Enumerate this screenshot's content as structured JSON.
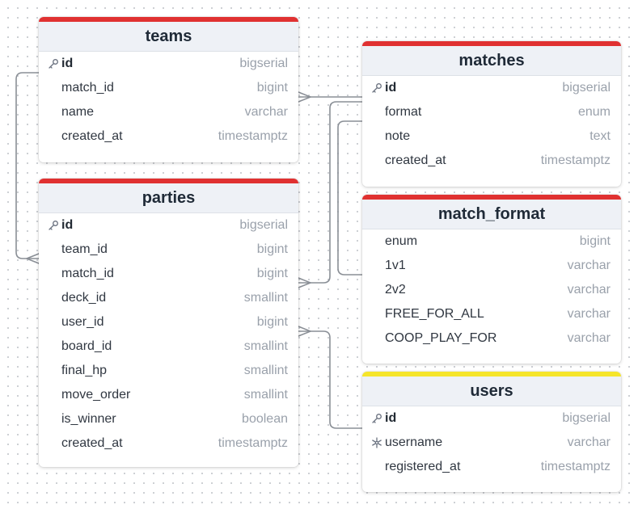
{
  "colors": {
    "header_red": "#e03131",
    "header_yellow": "#f5e52a",
    "connector": "#8a8f96"
  },
  "tables": {
    "teams": {
      "name": "teams",
      "fields": [
        {
          "name": "id",
          "type": "bigserial",
          "key": "pk",
          "icon": "key-icon"
        },
        {
          "name": "match_id",
          "type": "bigint"
        },
        {
          "name": "name",
          "type": "varchar"
        },
        {
          "name": "created_at",
          "type": "timestamptz"
        }
      ]
    },
    "parties": {
      "name": "parties",
      "fields": [
        {
          "name": "id",
          "type": "bigserial",
          "key": "pk",
          "icon": "key-icon"
        },
        {
          "name": "team_id",
          "type": "bigint"
        },
        {
          "name": "match_id",
          "type": "bigint"
        },
        {
          "name": "deck_id",
          "type": "smallint"
        },
        {
          "name": "user_id",
          "type": "bigint"
        },
        {
          "name": "board_id",
          "type": "smallint"
        },
        {
          "name": "final_hp",
          "type": "smallint"
        },
        {
          "name": "move_order",
          "type": "smallint"
        },
        {
          "name": "is_winner",
          "type": "boolean"
        },
        {
          "name": "created_at",
          "type": "timestamptz"
        }
      ]
    },
    "matches": {
      "name": "matches",
      "fields": [
        {
          "name": "id",
          "type": "bigserial",
          "key": "pk",
          "icon": "key-icon"
        },
        {
          "name": "format",
          "type": "enum"
        },
        {
          "name": "note",
          "type": "text"
        },
        {
          "name": "created_at",
          "type": "timestamptz"
        }
      ]
    },
    "match_format": {
      "name": "match_format",
      "fields": [
        {
          "name": "enum",
          "type": "bigint"
        },
        {
          "name": "1v1",
          "type": "varchar"
        },
        {
          "name": "2v2",
          "type": "varchar"
        },
        {
          "name": "FREE_FOR_ALL",
          "type": "varchar"
        },
        {
          "name": "COOP_PLAY_FOR",
          "type": "varchar"
        }
      ]
    },
    "users": {
      "name": "users",
      "fields": [
        {
          "name": "id",
          "type": "bigserial",
          "key": "pk",
          "icon": "key-icon"
        },
        {
          "name": "username",
          "type": "varchar",
          "key": "unique",
          "icon": "snowflake-icon"
        },
        {
          "name": "registered_at",
          "type": "timestamptz"
        }
      ]
    }
  },
  "relationships": [
    {
      "from": "teams.id",
      "to": "parties.team_id",
      "cardinality": "one-to-many"
    },
    {
      "from": "matches.id",
      "to": "teams.match_id",
      "cardinality": "one-to-many"
    },
    {
      "from": "matches.id",
      "to": "parties.match_id",
      "cardinality": "one-to-many"
    },
    {
      "from": "matches.format",
      "to": "match_format.1v1",
      "cardinality": "one-to-one"
    },
    {
      "from": "users.id",
      "to": "parties.user_id",
      "cardinality": "one-to-many"
    }
  ]
}
